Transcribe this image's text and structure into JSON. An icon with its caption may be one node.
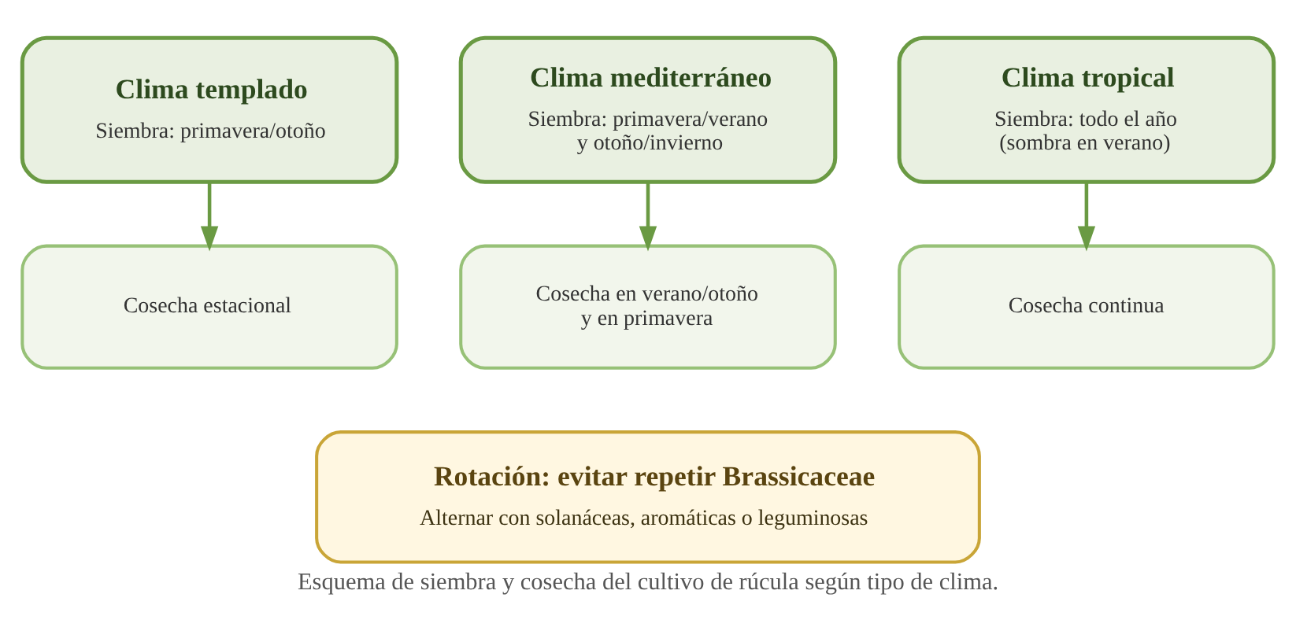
{
  "diagram": {
    "caption": "Esquema de siembra y cosecha del cultivo de rúcula según tipo de clima.",
    "nodes": [
      {
        "text": [
          "Clima templado",
          "Siembra: primavera/otoño"
        ]
      },
      {
        "text": [
          "Clima mediterráneo",
          "Siembra: primavera/verano y otoño/invierno"
        ]
      },
      {
        "text": [
          "Clima tropical",
          "Siembra: todo el año (sombra en verano)"
        ]
      },
      {
        "text": [
          "Cosecha estacional"
        ]
      },
      {
        "text": [
          "Cosecha en verano/otoño y en primavera"
        ]
      },
      {
        "text": [
          "Cosecha continua"
        ]
      },
      {
        "text": [
          "Rotación: evitar repetir Brassicaceae",
          "Alternar con solanáceas, aromáticas o leguminosas"
        ]
      }
    ],
    "edges": [
      {
        "from": 0,
        "to": 3,
        "arrow": "to"
      },
      {
        "from": 1,
        "to": 4,
        "arrow": "to"
      },
      {
        "from": 2,
        "to": 5,
        "arrow": "to"
      }
    ]
  }
}
